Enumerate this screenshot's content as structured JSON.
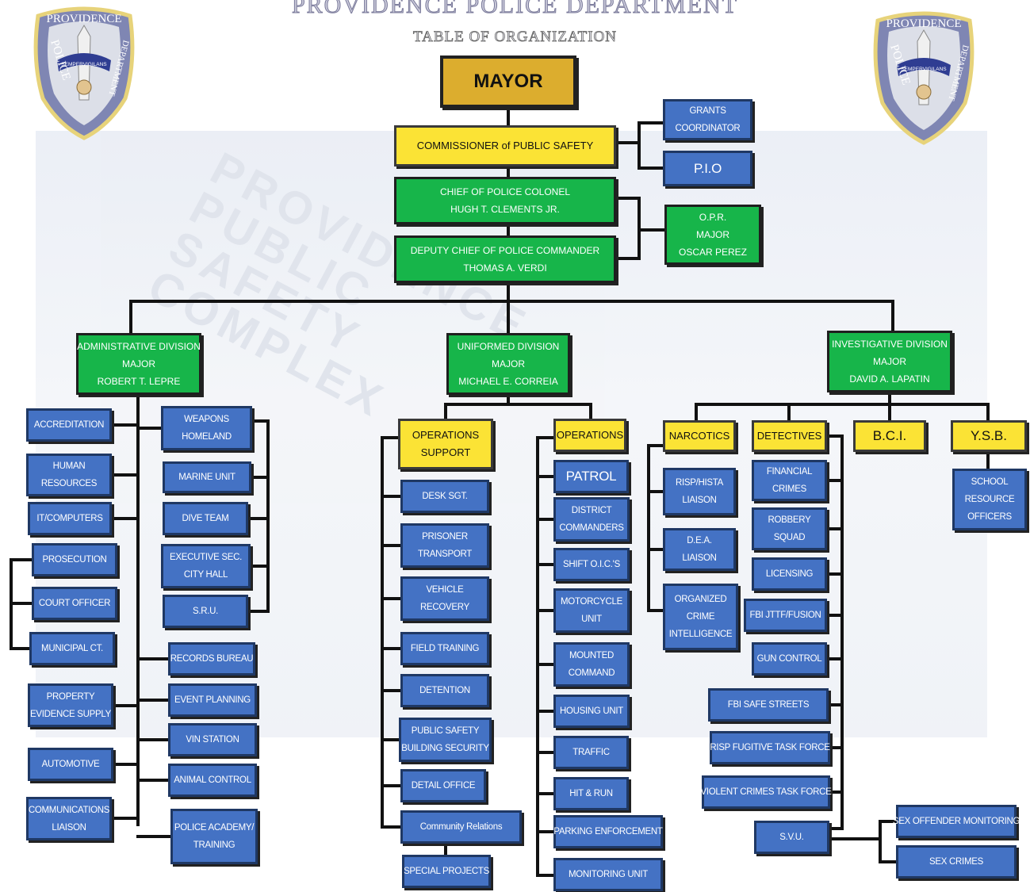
{
  "header": {
    "title": "PROVIDENCE POLICE DEPARTMENT",
    "subtitle": "TABLE OF ORGANIZATION"
  },
  "badge": {
    "icon": "police-badge-icon",
    "top_text": "PROVIDENCE",
    "left_text": "POLICE",
    "right_text": "DEPARTMENT",
    "banner_text": "SEMPERVIGILANS"
  },
  "watermark": "PROVIDENCE\nPUBLIC\nSAFETY\nCOMPLEX",
  "colors": {
    "blue": "#4472c4",
    "green": "#17b54a",
    "yellow": "#fbe335",
    "gold": "#dcad2e",
    "line": "#111111"
  },
  "boxes": {
    "mayor": [
      "MAYOR"
    ],
    "commissioner": [
      "COMMISSIONER of PUBLIC SAFETY"
    ],
    "grants": [
      "GRANTS",
      "COORDINATOR"
    ],
    "pio": [
      "P.I.O"
    ],
    "chief": [
      "CHIEF OF POLICE COLONEL",
      "HUGH T. CLEMENTS JR."
    ],
    "deputy": [
      "DEPUTY CHIEF OF POLICE COMMANDER",
      "THOMAS A. VERDI"
    ],
    "opr": [
      "O.P.R.",
      "MAJOR",
      "OSCAR PEREZ"
    ],
    "admin": [
      "ADMINISTRATIVE DIVISION",
      "MAJOR",
      "ROBERT T. LEPRE"
    ],
    "uniformed": [
      "UNIFORMED DIVISION",
      "MAJOR",
      "MICHAEL E. CORREIA"
    ],
    "investigative": [
      "INVESTIGATIVE DIVISION",
      "MAJOR",
      "DAVID A. LAPATIN"
    ],
    "accreditation": [
      "ACCREDITATION"
    ],
    "human_resources": [
      "HUMAN",
      "RESOURCES"
    ],
    "it_computers": [
      "IT/COMPUTERS"
    ],
    "prosecution": [
      "PROSECUTION"
    ],
    "court_officer": [
      "COURT OFFICER"
    ],
    "municipal_ct": [
      "MUNICIPAL CT."
    ],
    "property": [
      "PROPERTY",
      "EVIDENCE SUPPLY"
    ],
    "automotive": [
      "AUTOMOTIVE"
    ],
    "communications": [
      "COMMUNICATIONS",
      "LIAISON"
    ],
    "weapons": [
      "WEAPONS",
      "HOMELAND"
    ],
    "marine": [
      "MARINE UNIT"
    ],
    "dive": [
      "DIVE TEAM"
    ],
    "exec_sec": [
      "EXECUTIVE SEC.",
      "CITY HALL"
    ],
    "sru": [
      "S.R.U."
    ],
    "records": [
      "RECORDS BUREAU"
    ],
    "event": [
      "EVENT PLANNING"
    ],
    "vin": [
      "VIN STATION"
    ],
    "animal": [
      "ANIMAL CONTROL"
    ],
    "academy": [
      "POLICE ACADEMY/",
      "TRAINING"
    ],
    "ops_support": [
      "OPERATIONS",
      "SUPPORT"
    ],
    "desk": [
      "DESK SGT."
    ],
    "prisoner": [
      "PRISONER",
      "TRANSPORT"
    ],
    "vehicle": [
      "VEHICLE",
      "RECOVERY"
    ],
    "field": [
      "FIELD TRAINING"
    ],
    "detention": [
      "DETENTION"
    ],
    "ps_building": [
      "PUBLIC SAFETY",
      "BUILDING SECURITY"
    ],
    "detail": [
      "DETAIL OFFICE"
    ],
    "community": [
      "Community Relations"
    ],
    "special": [
      "SPECIAL PROJECTS"
    ],
    "operations": [
      "OPERATIONS"
    ],
    "patrol": [
      "PATROL"
    ],
    "district": [
      "DISTRICT",
      "COMMANDERS"
    ],
    "shift": [
      "SHIFT O.I.C.'S"
    ],
    "motorcycle": [
      "MOTORCYCLE",
      "UNIT"
    ],
    "mounted": [
      "MOUNTED",
      "COMMAND"
    ],
    "housing": [
      "HOUSING UNIT"
    ],
    "traffic": [
      "TRAFFIC"
    ],
    "hitrun": [
      "HIT & RUN"
    ],
    "parking": [
      "PARKING ENFORCEMENT"
    ],
    "monitoring": [
      "MONITORING UNIT"
    ],
    "narcotics": [
      "NARCOTICS"
    ],
    "risp_hista": [
      "RISP/HISTA",
      "LIAISON"
    ],
    "dea": [
      "D.E.A.",
      "LIAISON"
    ],
    "organized": [
      "ORGANIZED",
      "CRIME",
      "INTELLIGENCE"
    ],
    "detectives": [
      "DETECTIVES"
    ],
    "financial": [
      "FINANCIAL",
      "CRIMES"
    ],
    "robbery": [
      "ROBBERY",
      "SQUAD"
    ],
    "licensing": [
      "LICENSING"
    ],
    "fbi_jttf": [
      "FBI JTTF/FUSION"
    ],
    "gun": [
      "GUN CONTROL"
    ],
    "fbi_safe": [
      "FBI SAFE STREETS"
    ],
    "risp_fugitive": [
      "RISP FUGITIVE TASK FORCE"
    ],
    "violent": [
      "VIOLENT CRIMES TASK FORCE"
    ],
    "svu": [
      "S.V.U."
    ],
    "sex_offender": [
      "SEX OFFENDER MONITORING"
    ],
    "sex_crimes": [
      "SEX CRIMES"
    ],
    "bci": [
      "B.C.I."
    ],
    "ysb": [
      "Y.S.B."
    ],
    "school": [
      "SCHOOL",
      "RESOURCE",
      "OFFICERS"
    ]
  }
}
